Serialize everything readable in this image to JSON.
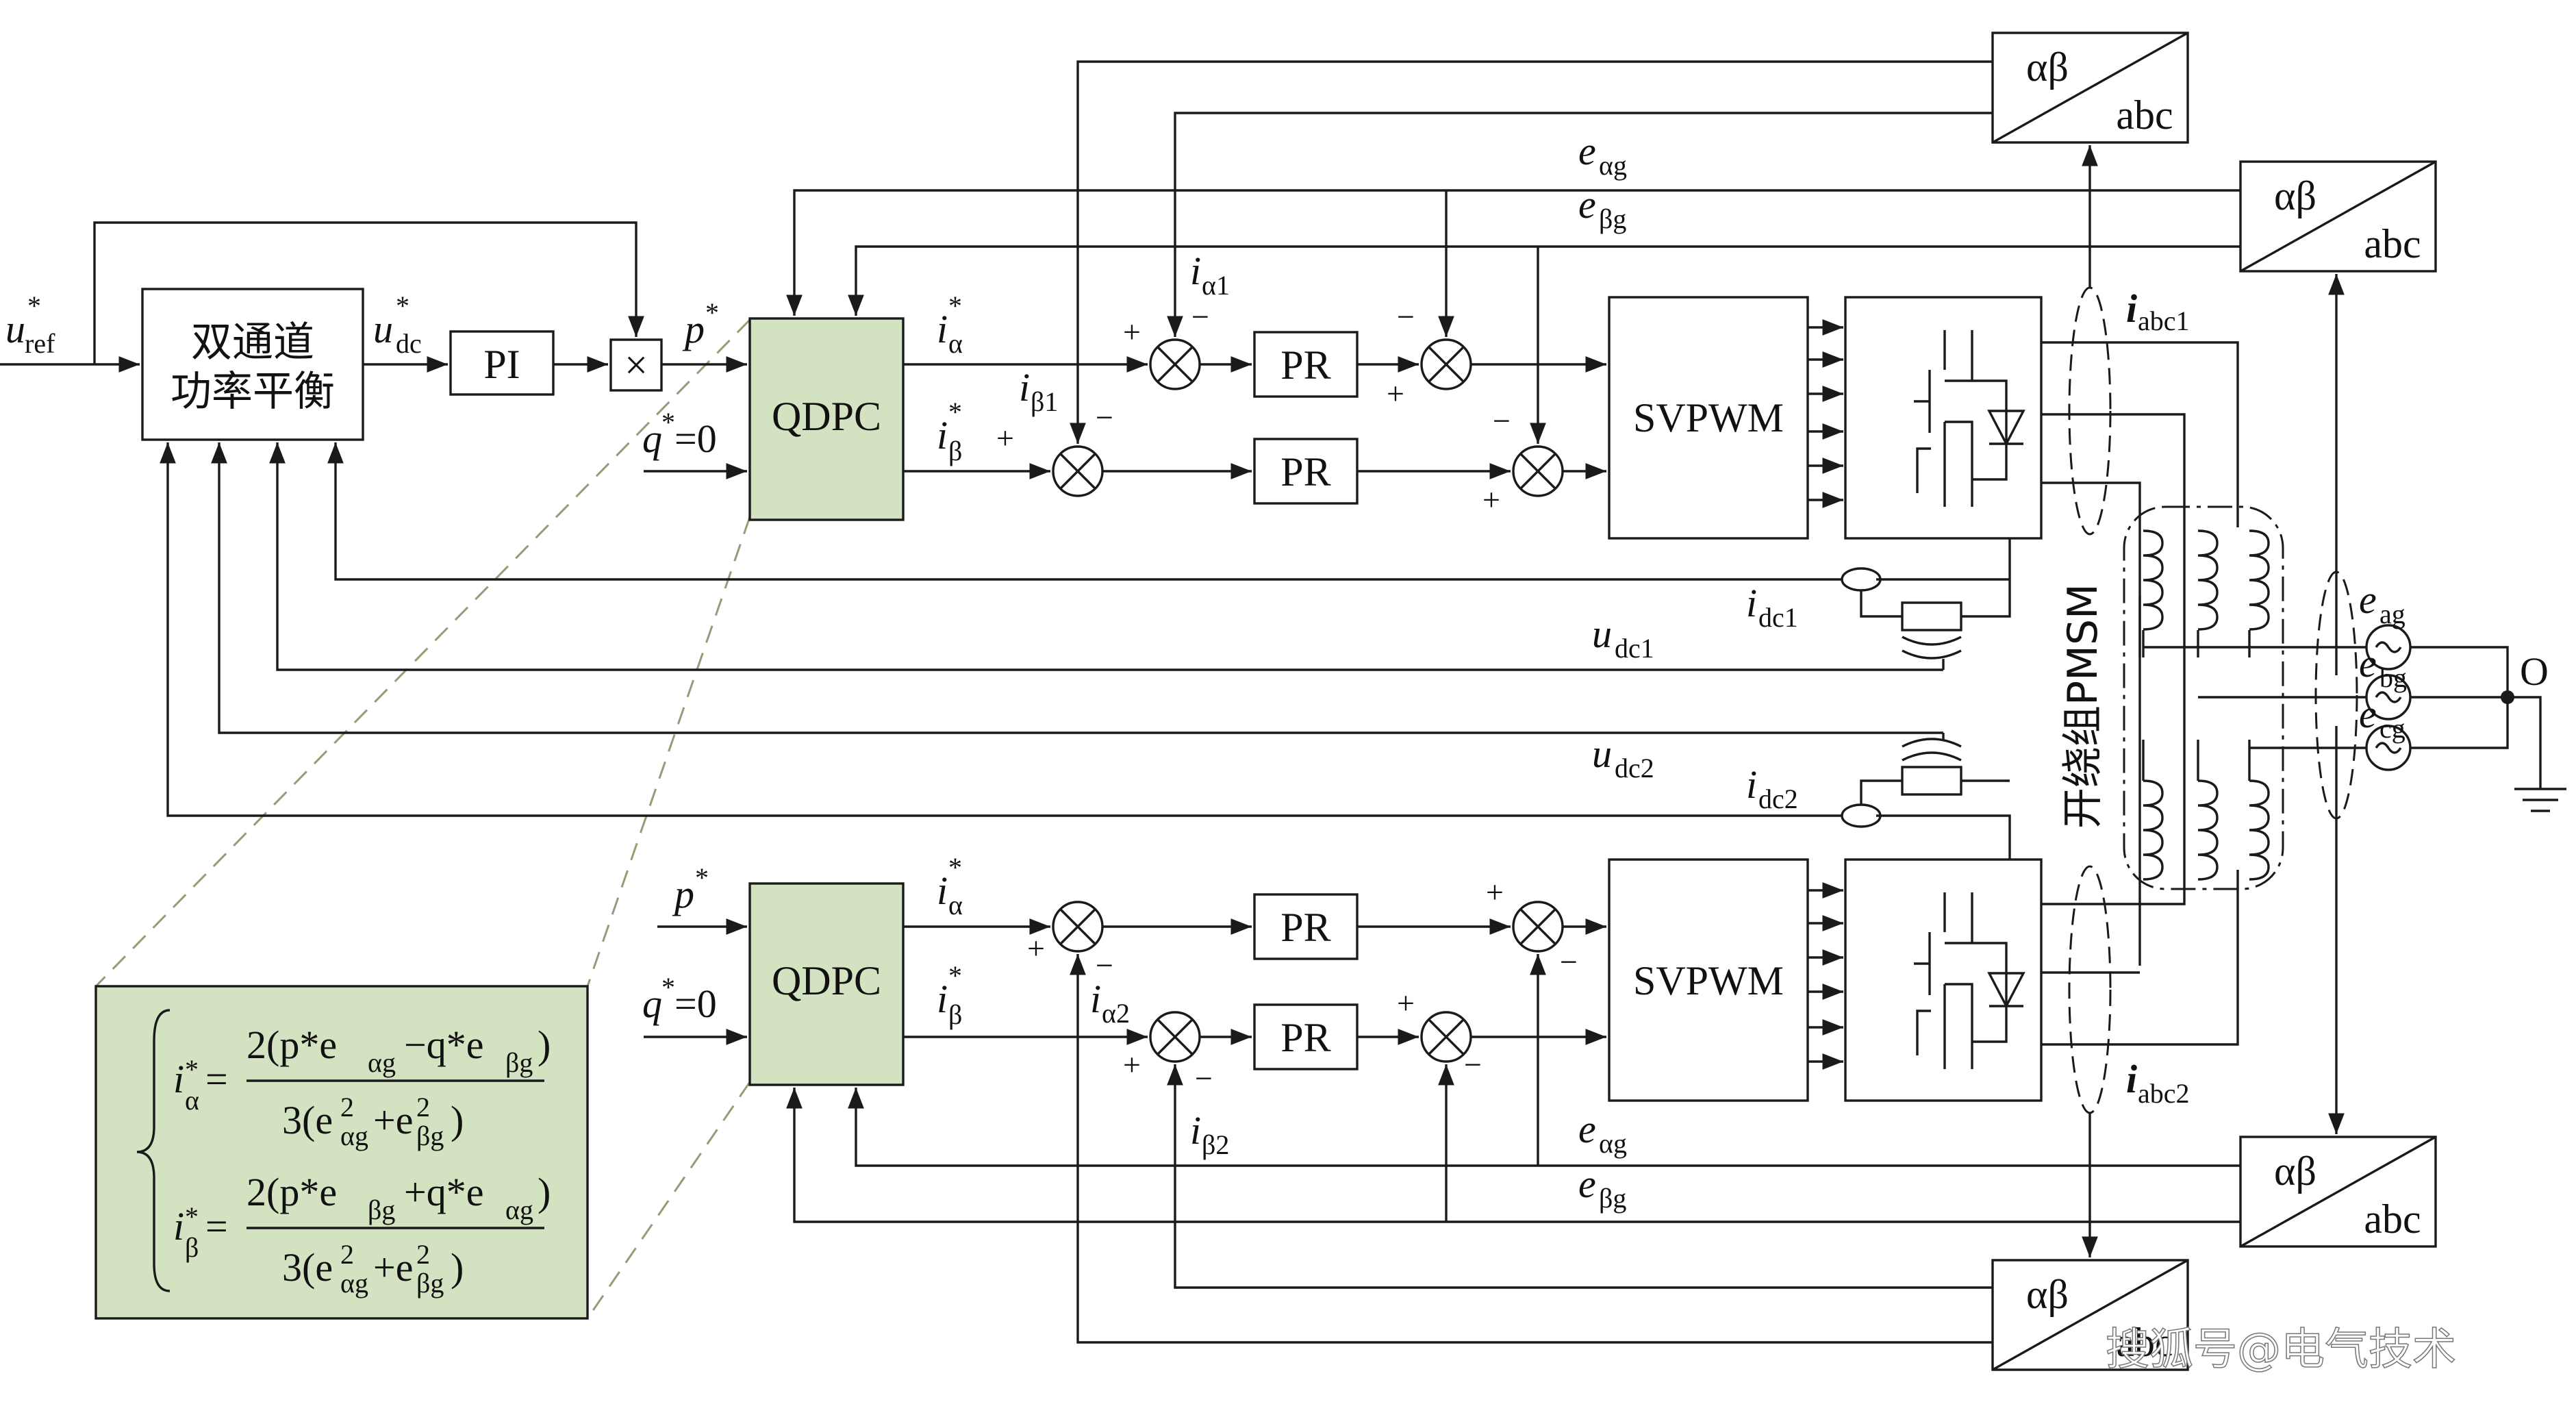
{
  "blocks": {
    "balance_line1": "双通道",
    "balance_line2": "功率平衡",
    "pi": "PI",
    "multiply": "×",
    "qdpc": "QDPC",
    "pr": "PR",
    "svpwm": "SVPWM",
    "motor": "开绕组PMSM",
    "ab": "αβ",
    "abc": "abc"
  },
  "signals": {
    "u": "u",
    "ref": "ref",
    "dc": "dc",
    "star": "*",
    "p": "p",
    "q": "q",
    "eq0": "=0",
    "i": "i",
    "alpha": "α",
    "beta": "β",
    "a1": "α1",
    "b1": "β1",
    "a2": "α2",
    "b2": "β2",
    "e": "e",
    "ag_sub": "αg",
    "bg_sub": "βg",
    "abc1": "abc1",
    "abc2": "abc2",
    "dc1": "dc1",
    "dc2": "dc2",
    "eag": "ag",
    "ebg": "bg",
    "ecg": "cg",
    "neutral": "O",
    "plus": "+",
    "minus": "−"
  },
  "formula": {
    "num_alpha": "2(p*e",
    "num_alpha_mid": "−q*e",
    "num_beta": "2(p*e",
    "num_beta_mid": "+q*e",
    "close": ")",
    "den": "3(e",
    "den_mid": "+e",
    "eq": "=",
    "sq": "2"
  },
  "watermark": "搜狐号@电气技术",
  "colors": {
    "qdpc_fill": "#d3e2c0",
    "formula_fill": "#d3e2c0",
    "dashed_guide": "#9a9a7a",
    "line": "#1a1a1a"
  }
}
